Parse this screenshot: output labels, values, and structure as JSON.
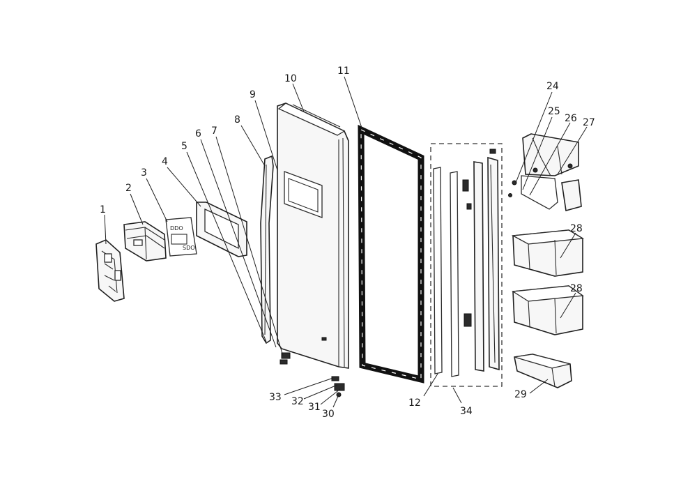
{
  "labels": {
    "l1": "1",
    "l2": "2",
    "l3": "3",
    "l4": "4",
    "l5": "5",
    "l6": "6",
    "l7": "7",
    "l8": "8",
    "l9": "9",
    "l10": "10",
    "l11": "11",
    "l12": "12",
    "l24": "24",
    "l25": "25",
    "l26": "26",
    "l27": "27",
    "l28a": "28",
    "l28b": "28",
    "l29": "29",
    "l30": "30",
    "l31": "31",
    "l32": "32",
    "l33": "33",
    "l34": "34"
  },
  "panel_3_text": "DDO",
  "panel_3_text_b": "SDO",
  "color_line": "#1f1f1f",
  "color_background": "#ffffff"
}
